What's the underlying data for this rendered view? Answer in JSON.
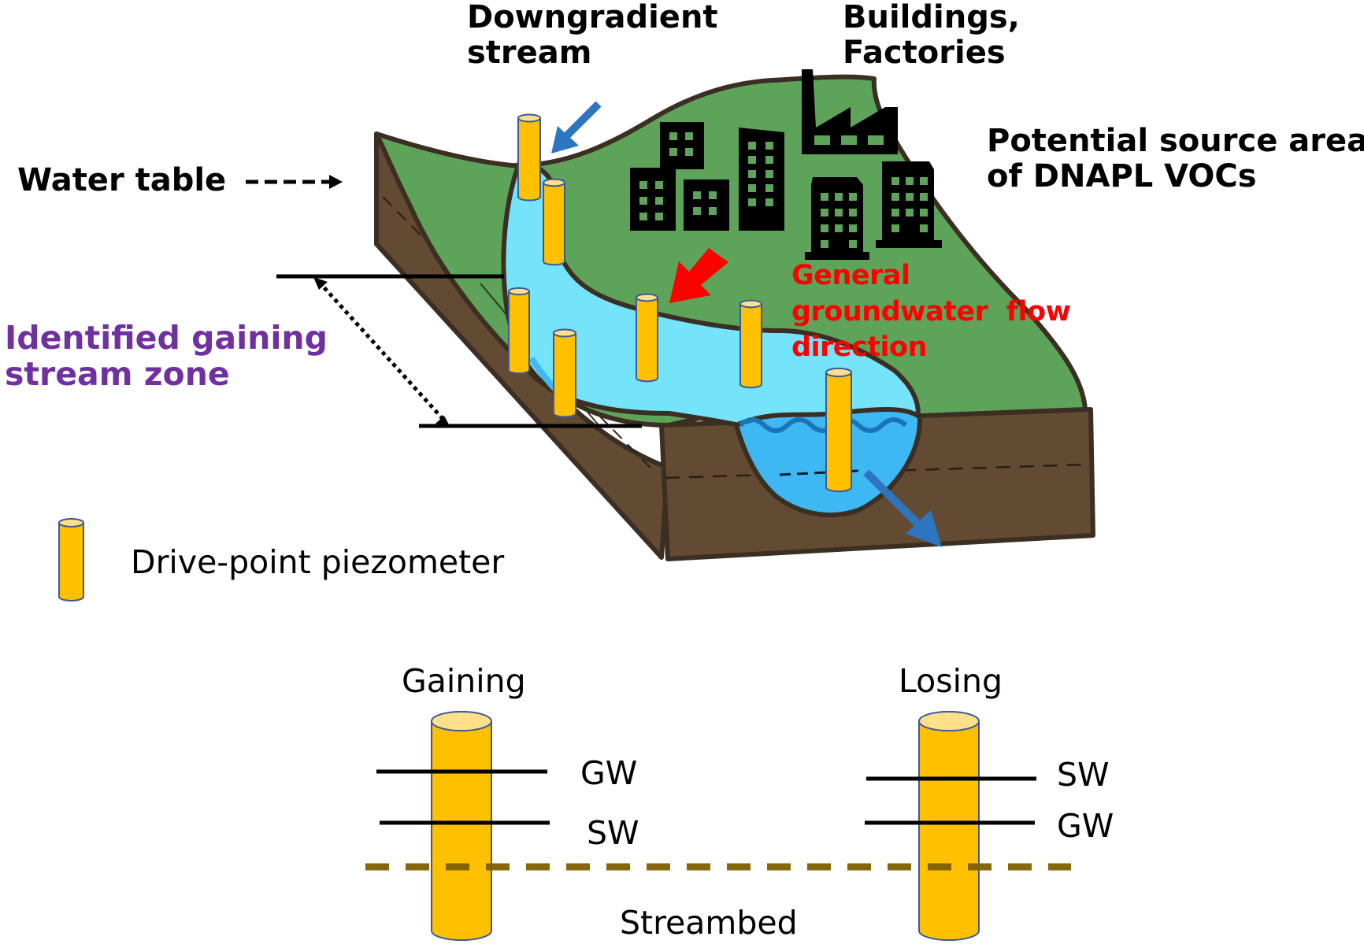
{
  "labels": {
    "downgradient_stream": [
      "Downgradient",
      "stream"
    ],
    "buildings_factories": [
      "Buildings,",
      "Factories"
    ],
    "potential_source": [
      "Potential source area",
      "of DNAPL VOCs"
    ],
    "water_table": "Water table",
    "gaining_zone": [
      "Identified gaining",
      "stream zone"
    ],
    "flow_direction": [
      "General",
      "groundwater  flow",
      "direction"
    ],
    "legend_piezometer": "Drive-point piezometer"
  },
  "inset": {
    "gaining": {
      "title": "Gaining",
      "upper_level": "GW",
      "lower_level": "SW"
    },
    "losing": {
      "title": "Losing",
      "upper_level": "SW",
      "lower_level": "GW"
    },
    "streambed": "Streambed"
  },
  "piezometer_count": 8,
  "colors": {
    "land": "#5ea35a",
    "soil": "#634a32",
    "outline": "#3b2e22",
    "stream_light": "#75e4fb",
    "stream_deep": "#3db8f3",
    "piezometer": "#ffc000",
    "piezometer_top": "#ffe08a",
    "piezometer_edge": "#3b5a9a",
    "flow_arrow_blue": "#2e75c0",
    "flow_arrow_red": "#ff0000",
    "streambed_dash": "#7f6000",
    "gaining_zone_text": "#7030a0"
  }
}
